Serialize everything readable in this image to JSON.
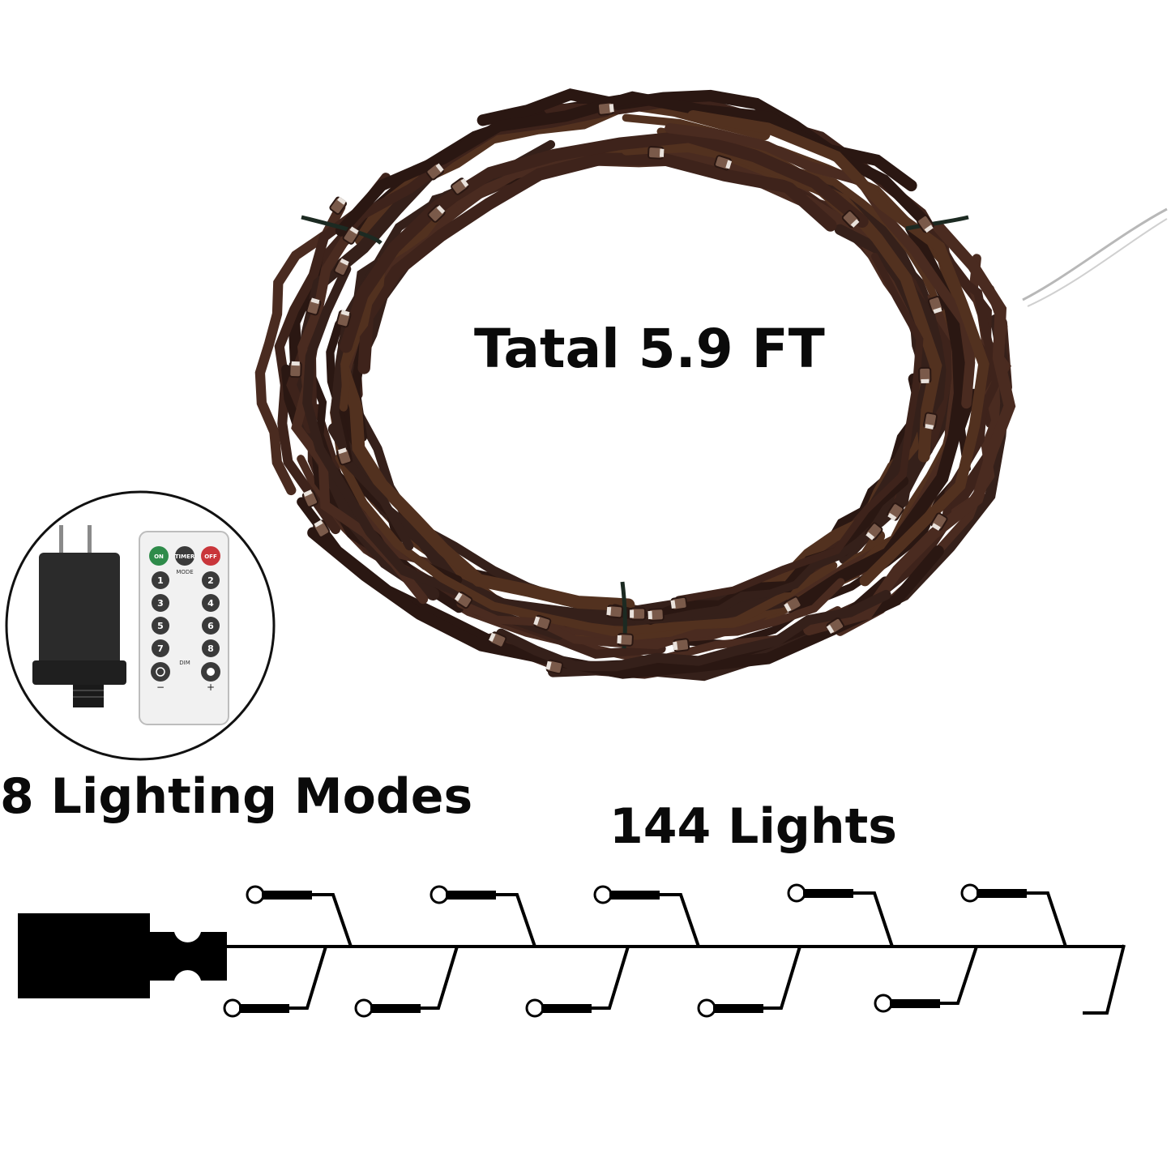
{
  "labels": {
    "total_length": "Tatal 5.9 FT",
    "lighting_modes": "8 Lighting Modes",
    "light_count": "144 Lights"
  },
  "remote": {
    "top_buttons": [
      "ON",
      "TIMER",
      "OFF"
    ],
    "mode_label": "MODE",
    "number_buttons": [
      "1",
      "2",
      "3",
      "4",
      "5",
      "6",
      "7",
      "8"
    ],
    "dim_label": "DIM",
    "minus": "−",
    "plus": "+"
  },
  "colors": {
    "branch": "#3e231b",
    "branch_dark": "#2a1712",
    "on_button": "#2e8b4a",
    "off_button": "#c9363b",
    "adapter": "#2b2b2b",
    "remote_body": "#f1f1f1"
  },
  "icons": [
    "power-adapter-icon",
    "remote-control-icon",
    "plug-icon",
    "led-bulb-icon"
  ]
}
